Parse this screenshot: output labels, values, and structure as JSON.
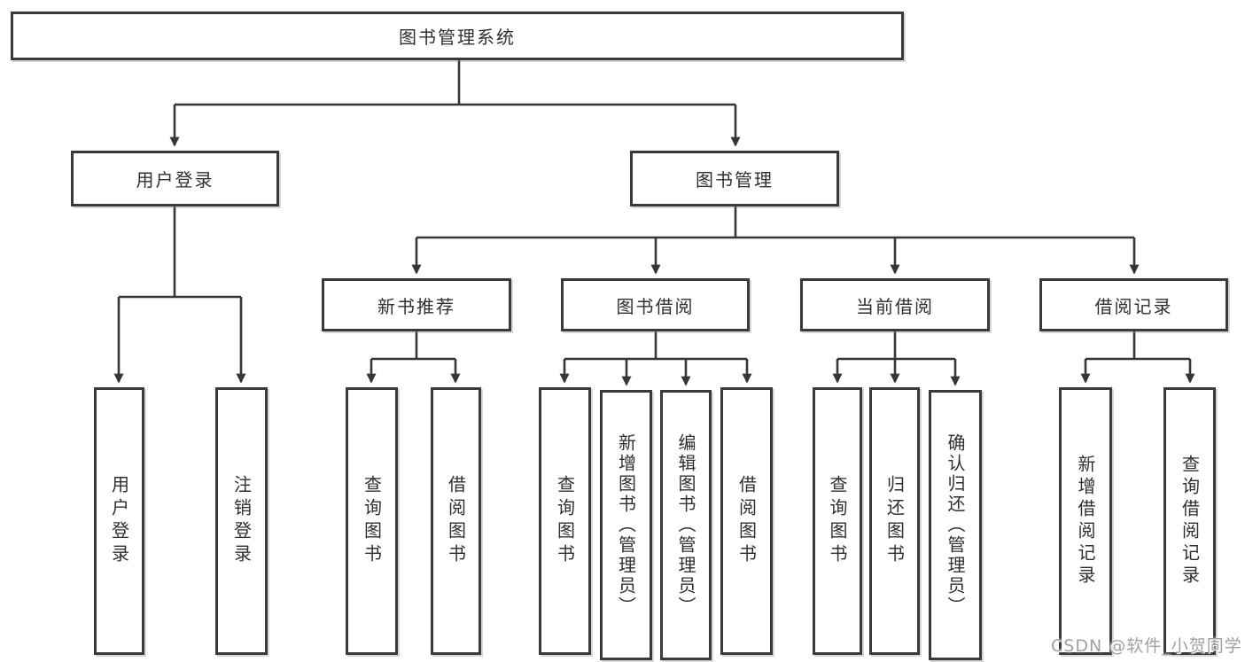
{
  "diagram": {
    "type": "hierarchy-tree",
    "nodes": {
      "root": {
        "label": "图书管理系统"
      },
      "userLogin": {
        "label": "用户登录"
      },
      "bookMgmt": {
        "label": "图书管理"
      },
      "newBookRec": {
        "label": "新书推荐"
      },
      "bookBorrow": {
        "label": "图书借阅"
      },
      "currentBorrow": {
        "label": "当前借阅"
      },
      "borrowRecord": {
        "label": "借阅记录"
      },
      "leafUserLogin": {
        "label": "用户登录"
      },
      "leafLogout": {
        "label": "注销登录"
      },
      "leafNbQuery": {
        "label": "查询图书"
      },
      "leafNbBorrow": {
        "label": "借阅图书"
      },
      "leafBbQuery": {
        "label": "查询图书"
      },
      "leafBbAdd": {
        "label": "新增图书（管理员）"
      },
      "leafBbEdit": {
        "label": "编辑图书（管理员）"
      },
      "leafBbBorrow": {
        "label": "借阅图书"
      },
      "leafCbQuery": {
        "label": "查询图书"
      },
      "leafCbReturn": {
        "label": "归还图书"
      },
      "leafCbConfirm": {
        "label": "确认归还（管理员）"
      },
      "leafBrAdd": {
        "label": "新增借阅记录"
      },
      "leafBrQuery": {
        "label": "查询借阅记录"
      }
    },
    "hierarchy": {
      "图书管理系统": {
        "用户登录": [
          "用户登录",
          "注销登录"
        ],
        "图书管理": {
          "新书推荐": [
            "查询图书",
            "借阅图书"
          ],
          "图书借阅": [
            "查询图书",
            "新增图书（管理员）",
            "编辑图书（管理员）",
            "借阅图书"
          ],
          "当前借阅": [
            "查询图书",
            "归还图书",
            "确认归还（管理员）"
          ],
          "借阅记录": [
            "新增借阅记录",
            "查询借阅记录"
          ]
        }
      }
    },
    "colors": {
      "box_border": "#3a3a3a",
      "line": "#363636",
      "text": "#2f2f2f",
      "background": "#ffffff",
      "watermark": "#a5a0a0"
    }
  },
  "watermark": {
    "text": "CSDN @软件_小贺同学"
  }
}
